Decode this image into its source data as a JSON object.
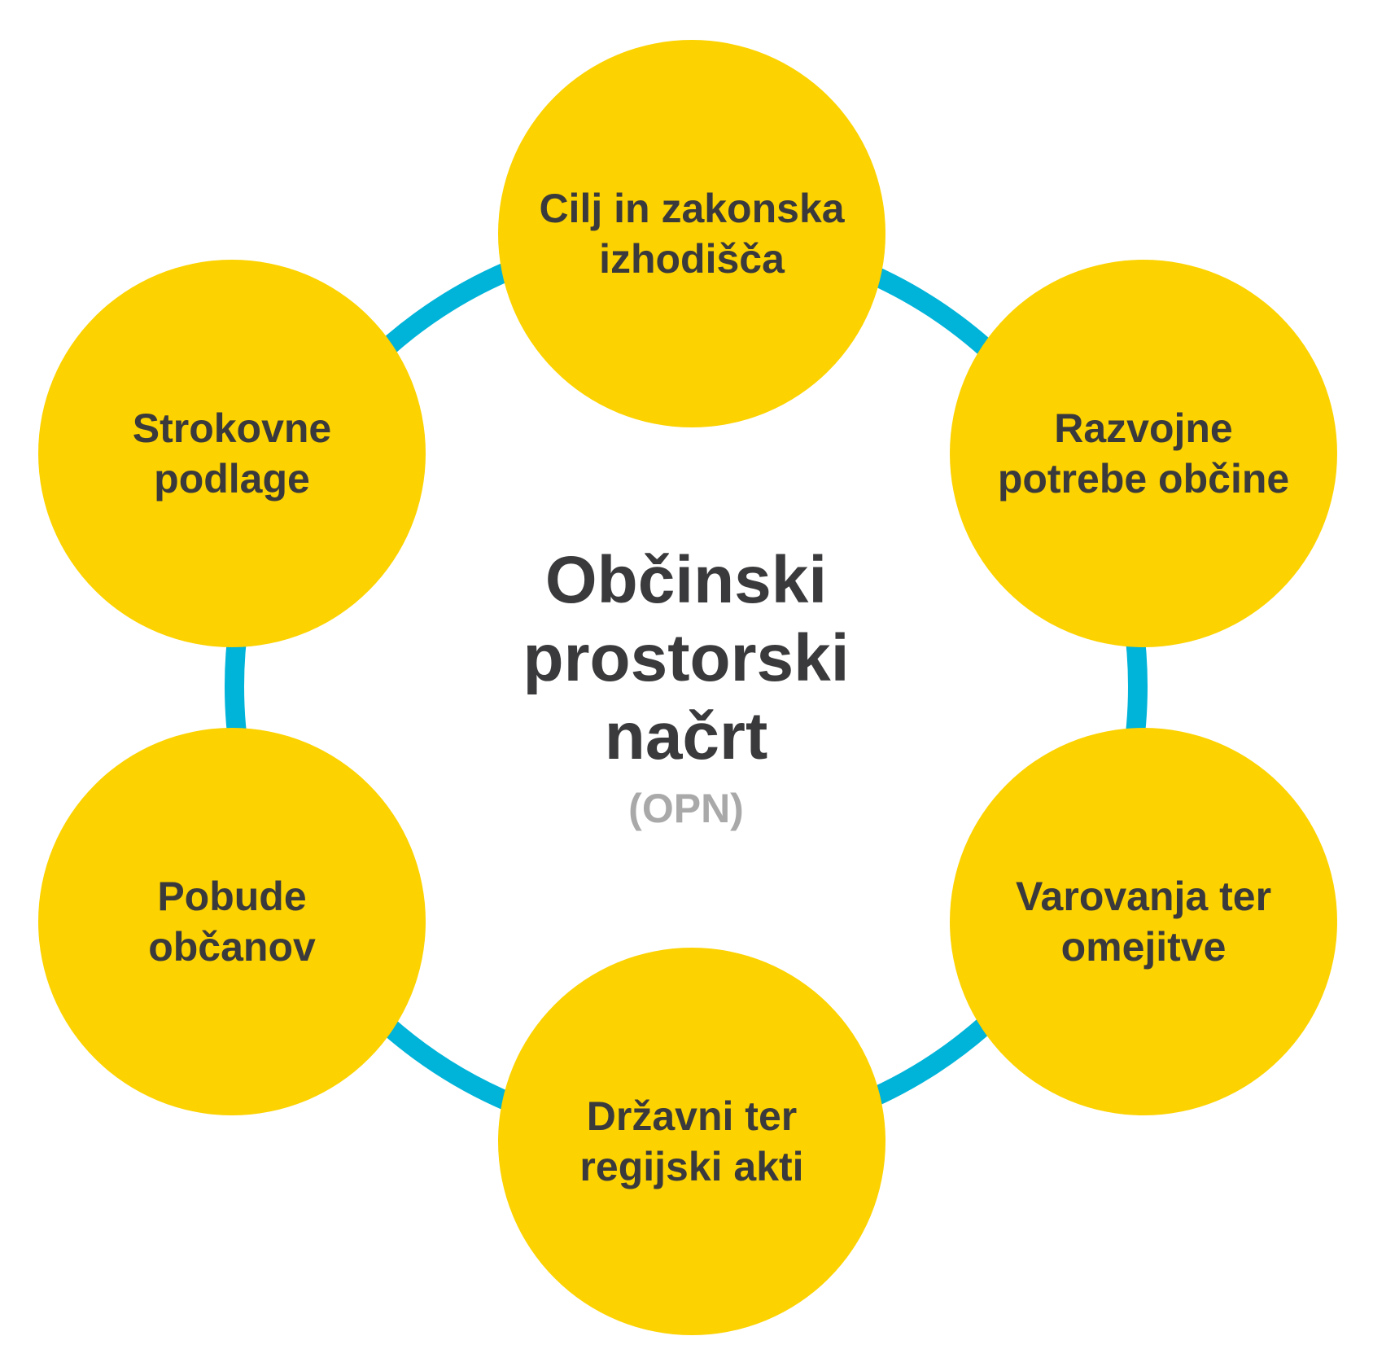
{
  "colors": {
    "ring": "#00b3d9",
    "node_fill": "#fcd200",
    "text_dark": "#3a3a3c",
    "text_muted": "#a9a9a9",
    "background": "#ffffff"
  },
  "center": {
    "title_lines": [
      "Občinski",
      "prostorski",
      "načrt"
    ],
    "subtitle": "(OPN)"
  },
  "nodes": [
    {
      "id": "cilj",
      "lines": [
        "Cilj in zakonska",
        "izhodišča"
      ]
    },
    {
      "id": "razvojne",
      "lines": [
        "Razvojne",
        "potrebe občine"
      ]
    },
    {
      "id": "varovanja",
      "lines": [
        "Varovanja ter",
        "omejitve"
      ]
    },
    {
      "id": "drzavni",
      "lines": [
        "Državni ter",
        "regijski akti"
      ]
    },
    {
      "id": "pobude",
      "lines": [
        "Pobude",
        "občanov"
      ]
    },
    {
      "id": "strokovne",
      "lines": [
        "Strokovne",
        "podlage"
      ]
    }
  ]
}
